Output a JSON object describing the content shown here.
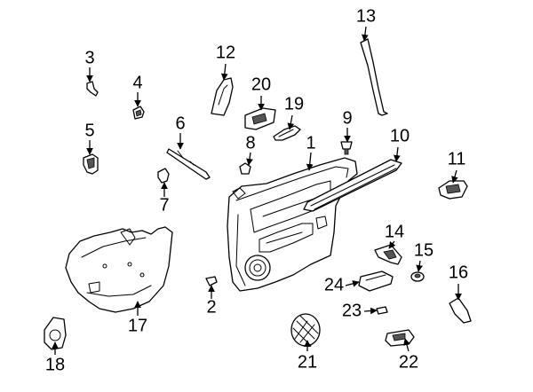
{
  "colors": {
    "line": "#000000",
    "background": "#ffffff"
  },
  "callouts": [
    {
      "id": "1",
      "label": "1"
    },
    {
      "id": "2",
      "label": "2"
    },
    {
      "id": "3",
      "label": "3"
    },
    {
      "id": "4",
      "label": "4"
    },
    {
      "id": "5",
      "label": "5"
    },
    {
      "id": "6",
      "label": "6"
    },
    {
      "id": "7",
      "label": "7"
    },
    {
      "id": "8",
      "label": "8"
    },
    {
      "id": "9",
      "label": "9"
    },
    {
      "id": "10",
      "label": "10"
    },
    {
      "id": "11",
      "label": "11"
    },
    {
      "id": "12",
      "label": "12"
    },
    {
      "id": "13",
      "label": "13"
    },
    {
      "id": "14",
      "label": "14"
    },
    {
      "id": "15",
      "label": "15"
    },
    {
      "id": "16",
      "label": "16"
    },
    {
      "id": "17",
      "label": "17"
    },
    {
      "id": "18",
      "label": "18"
    },
    {
      "id": "19",
      "label": "19"
    },
    {
      "id": "20",
      "label": "20"
    },
    {
      "id": "21",
      "label": "21"
    },
    {
      "id": "22",
      "label": "22"
    },
    {
      "id": "23",
      "label": "23"
    },
    {
      "id": "24",
      "label": "24"
    }
  ]
}
